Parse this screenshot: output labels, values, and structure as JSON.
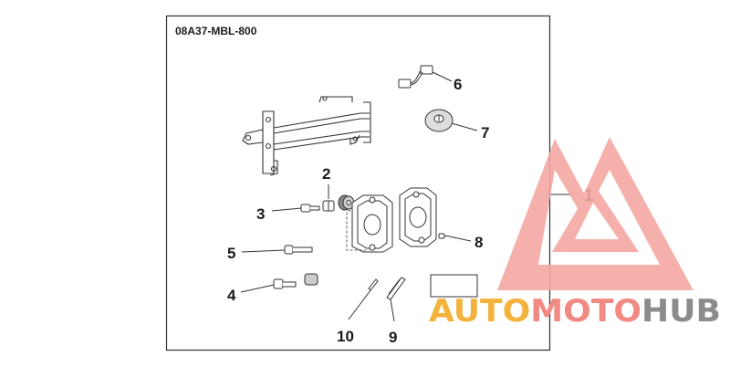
{
  "diagram": {
    "part_number": "08A37-MBL-800",
    "callouts": [
      "1",
      "2",
      "3",
      "4",
      "5",
      "6",
      "7",
      "8",
      "9",
      "10"
    ]
  },
  "watermark": {
    "text_auto": "AUTO",
    "text_moto": "MOTO",
    "text_hub": "HUB",
    "colors": {
      "auto": "#f3b23c",
      "moto": "#f28a84",
      "hub": "#8b8b8b",
      "logo": "#f6a8a2"
    }
  }
}
